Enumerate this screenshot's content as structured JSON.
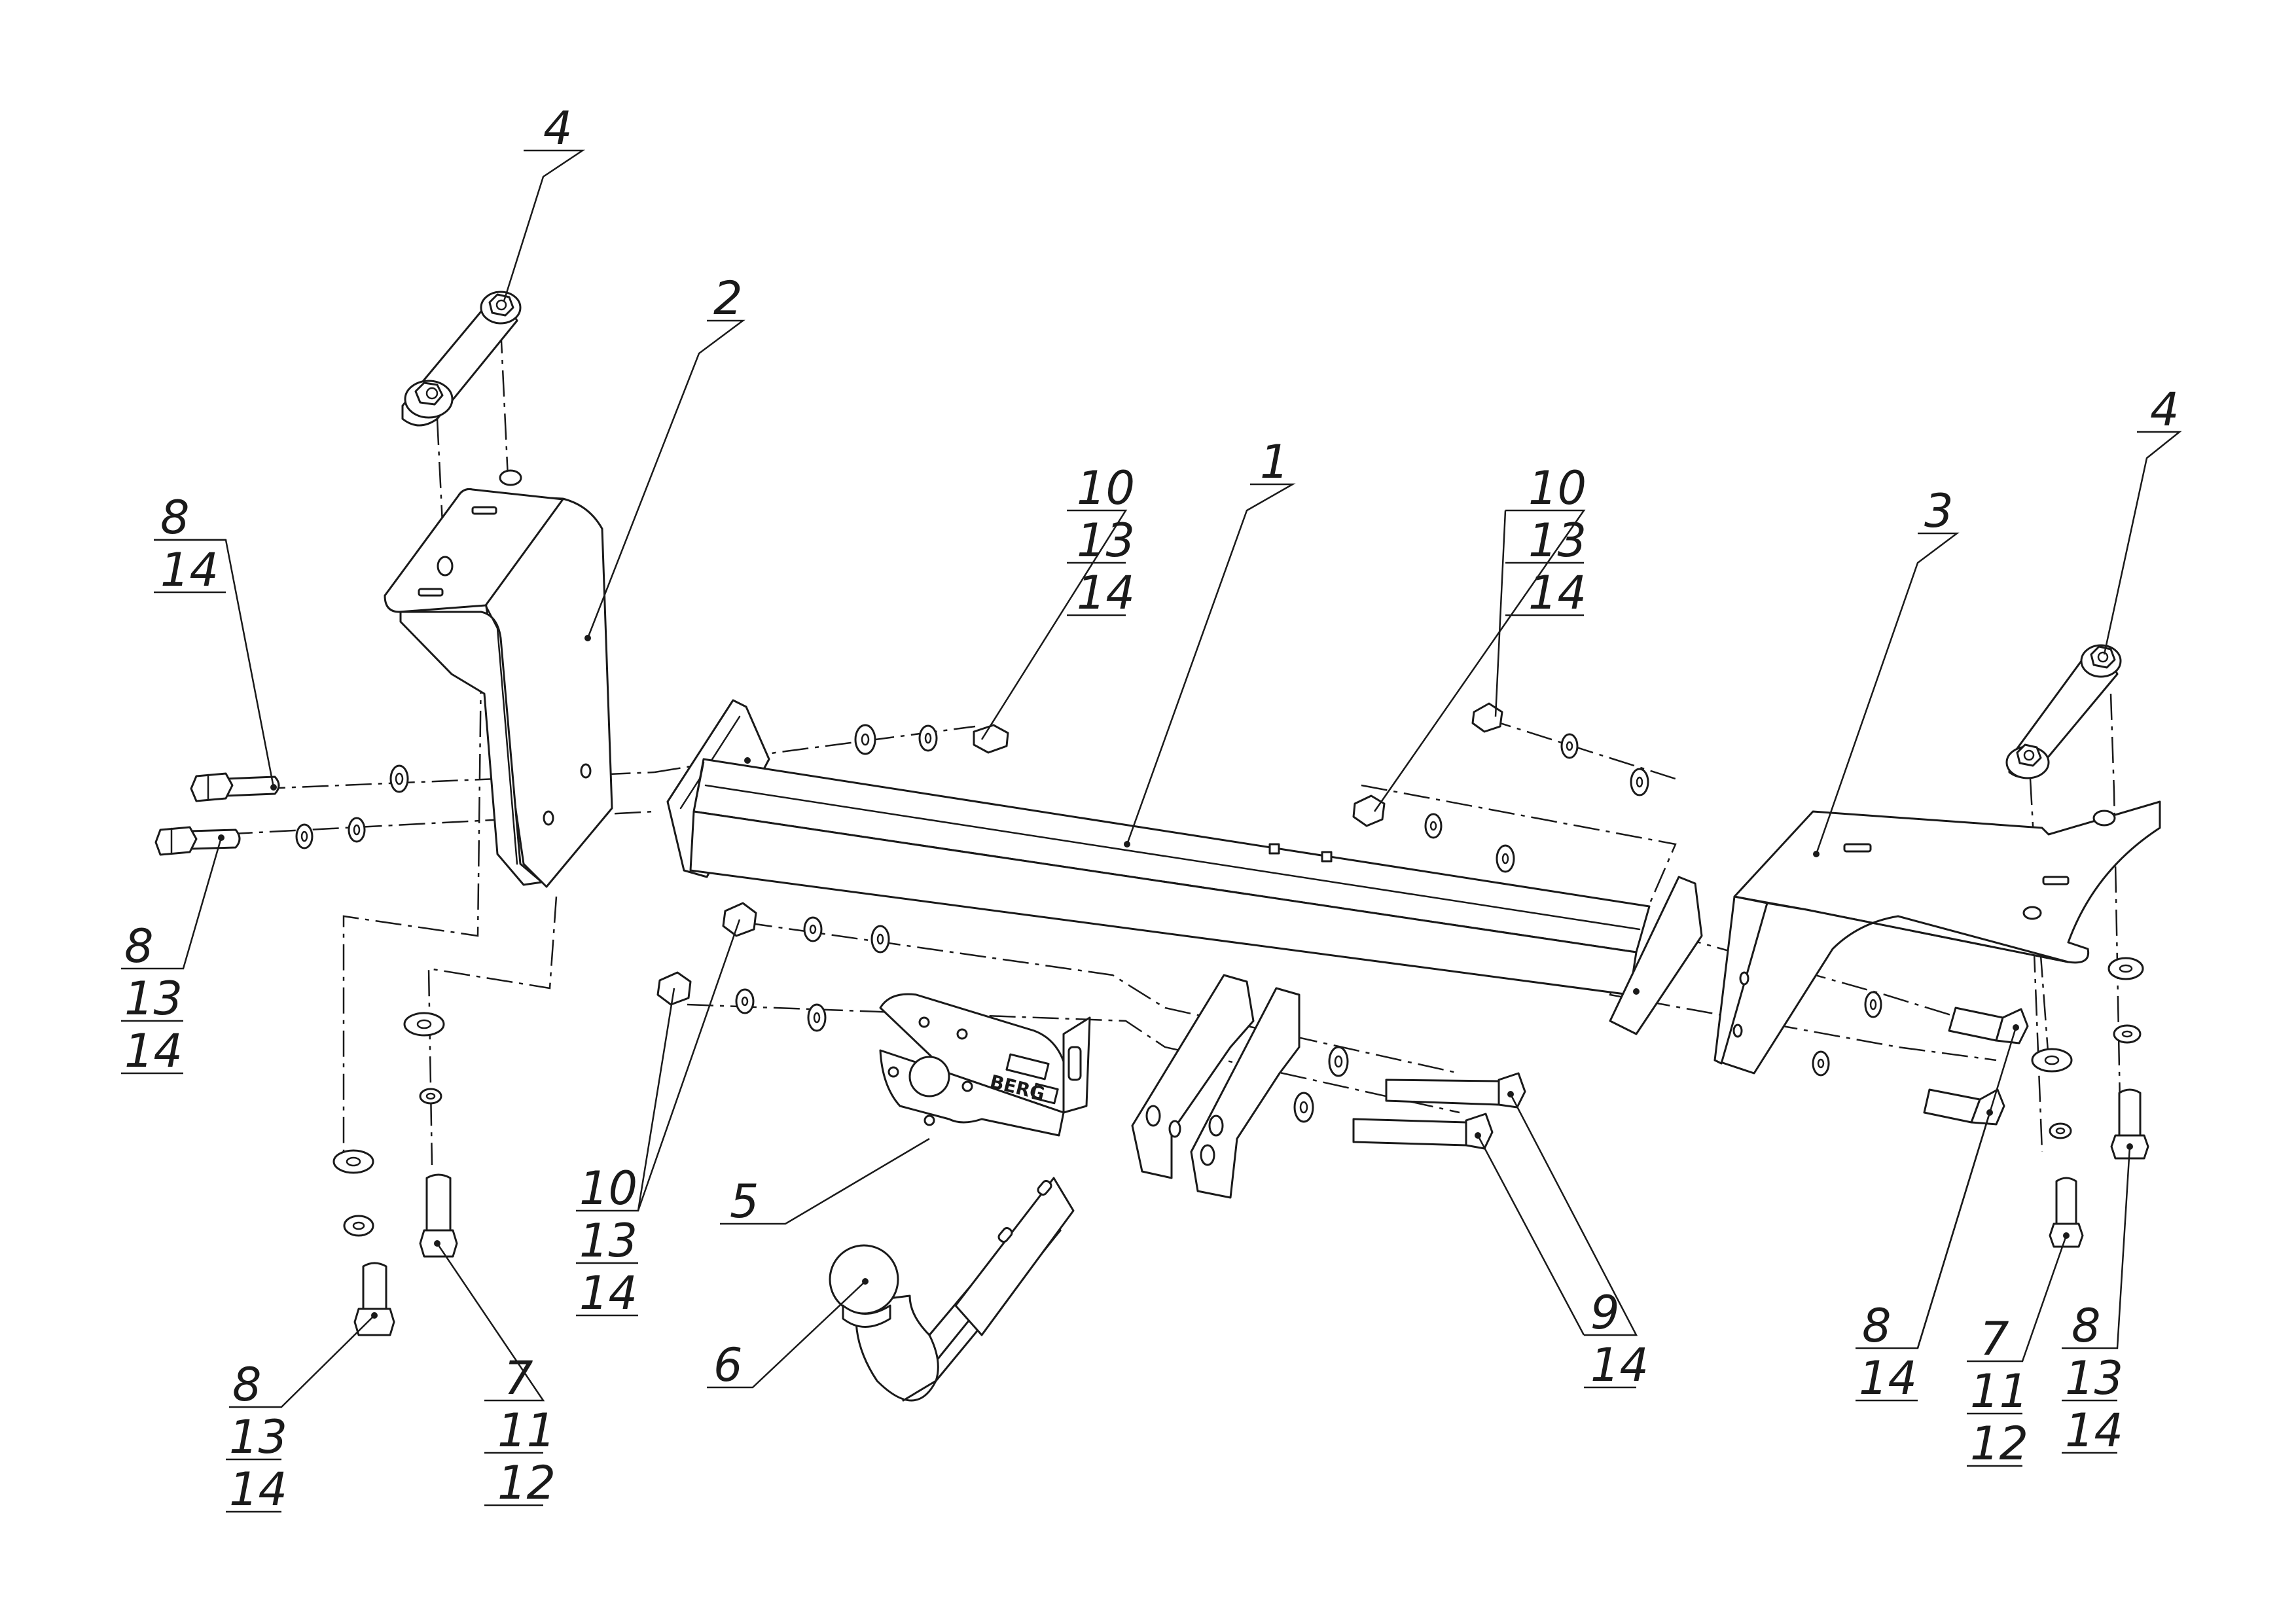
{
  "callouts": {
    "c1": [
      "1"
    ],
    "c2": [
      "2"
    ],
    "c3": [
      "3"
    ],
    "c4l": [
      "4"
    ],
    "c4r": [
      "4"
    ],
    "c5": [
      "5"
    ],
    "c6": [
      "6"
    ],
    "c7l": [
      "7",
      "11",
      "12"
    ],
    "c7r": [
      "7",
      "11",
      "12"
    ],
    "c8a": [
      "8",
      "14"
    ],
    "c8b": [
      "8",
      "13",
      "14"
    ],
    "c8c": [
      "8",
      "13",
      "14"
    ],
    "c8d": [
      "8",
      "14"
    ],
    "c8e": [
      "8",
      "13",
      "14"
    ],
    "c9": [
      "9",
      "14"
    ],
    "c10a": [
      "10",
      "13",
      "14"
    ],
    "c10b": [
      "10",
      "13",
      "14"
    ],
    "c10c": [
      "10",
      "13",
      "14"
    ]
  },
  "brand_mark": "BERG"
}
